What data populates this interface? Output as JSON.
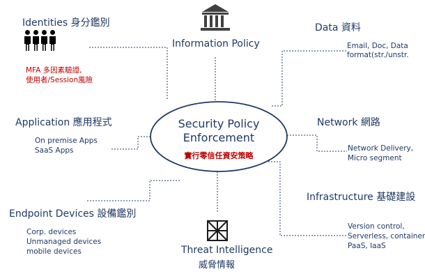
{
  "center": {
    "title_line1": "Security Policy",
    "title_line2": "Enforcement",
    "subtitle": "實行零信任資安策略"
  },
  "identities": {
    "title": "Identities 身分鑑別",
    "detail_line1": "MFA 多因素驗證,",
    "detail_line2": "使用者/Session風險"
  },
  "information_policy": {
    "title": "Information Policy"
  },
  "data": {
    "title": "Data 資料",
    "detail_line1": "Email, Doc, Data",
    "detail_line2": "format(str./unstr."
  },
  "application": {
    "title": "Application 應用程式",
    "detail_line1": "On premise Apps",
    "detail_line2": "SaaS Apps"
  },
  "network": {
    "title": "Network 網路",
    "detail_line1": "Network Delivery,",
    "detail_line2": "Micro segment"
  },
  "infrastructure": {
    "title": "Infrastructure 基礎建設",
    "detail_line1": "Version control,",
    "detail_line2": "Serverless, container",
    "detail_line3": "PaaS, IaaS"
  },
  "endpoint": {
    "title": "Endpoint Devices 設備鑑別",
    "detail_line1": "Corp. devices",
    "detail_line2": "Unmanaged devices",
    "detail_line3": "mobile devices"
  },
  "threat": {
    "title": "Threat Intelligence",
    "subtitle": "威脅情報"
  },
  "icons": [
    "people-icon",
    "bank-icon",
    "network-x-icon"
  ]
}
